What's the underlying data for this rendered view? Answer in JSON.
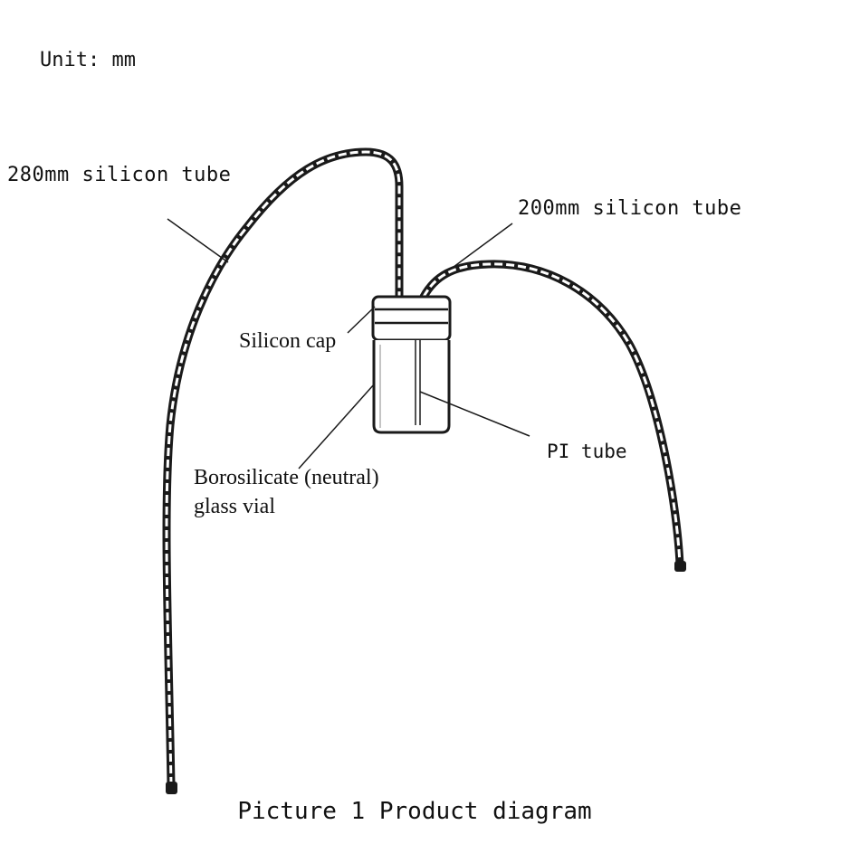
{
  "unit_label": "Unit: mm",
  "caption": "Picture 1 Product diagram",
  "labels": {
    "tube_280": "280mm silicon tube",
    "tube_200": "200mm silicon tube",
    "cap": "Silicon cap",
    "vial_line1": "Borosilicate (neutral)",
    "vial_line2": "glass vial",
    "pi_tube": "PI tube"
  },
  "colors": {
    "line": "#1a1a1a",
    "background": "#ffffff"
  }
}
